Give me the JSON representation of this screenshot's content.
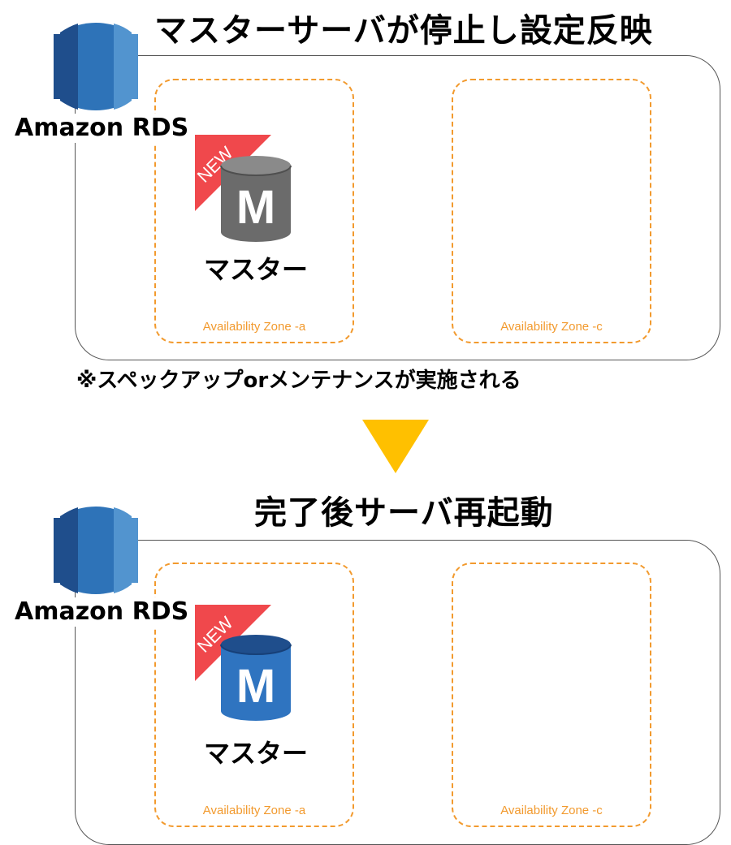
{
  "top": {
    "title": "マスターサーバが停止し設定反映",
    "service_label": "Amazon RDS",
    "zones": [
      "Availability Zone -a",
      "Availability Zone -c"
    ],
    "node": {
      "badge": "NEW",
      "letter": "M",
      "label": "マスター",
      "color": "#6b6b6b"
    }
  },
  "note": "※スペックアップorメンテナンスが実施される",
  "arrow": {
    "color": "#ffc000"
  },
  "bottom": {
    "title": "完了後サーバ再起動",
    "service_label": "Amazon RDS",
    "zones": [
      "Availability Zone -a",
      "Availability Zone -c"
    ],
    "node": {
      "badge": "NEW",
      "letter": "M",
      "label": "マスター",
      "color": "#2f74c0"
    }
  },
  "colors": {
    "zone_border": "#f29a2e",
    "badge": "#f0484c",
    "rds_dark": "#1f4e8c",
    "rds_mid": "#2e73b8",
    "rds_light": "#5294cf"
  }
}
